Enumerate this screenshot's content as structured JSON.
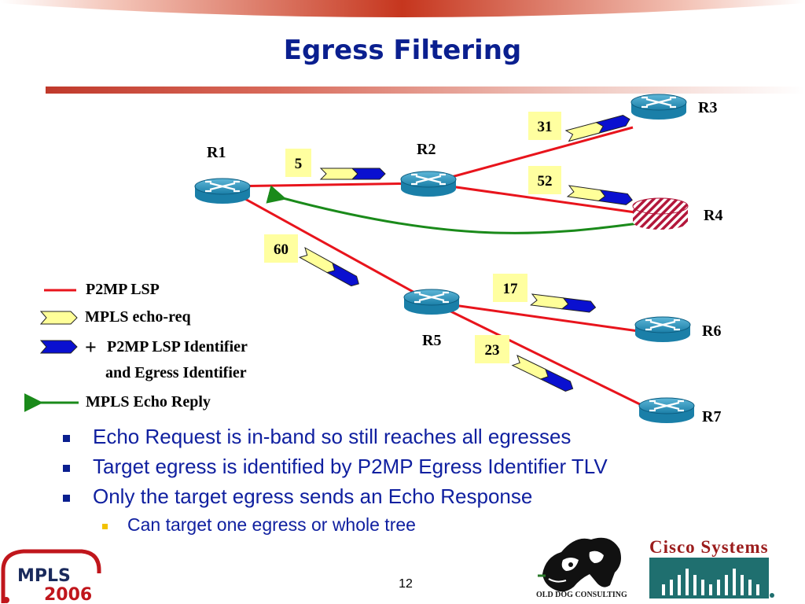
{
  "title": "Egress Filtering",
  "colors": {
    "title": "#0a1f8f",
    "lsp_line": "#e8141c",
    "reply_line": "#1a8a1a",
    "router_blue": "#1a7fa8",
    "label_box": "#ffffa0",
    "echo_req": "#ffff99",
    "identifier": "#0a10d0",
    "bullet_text": "#1020a0",
    "sub_bullet": "#f2c200"
  },
  "routers": [
    {
      "id": "R1",
      "label": "R1"
    },
    {
      "id": "R2",
      "label": "R2"
    },
    {
      "id": "R3",
      "label": "R3"
    },
    {
      "id": "R4",
      "label": "R4"
    },
    {
      "id": "R5",
      "label": "R5"
    },
    {
      "id": "R6",
      "label": "R6"
    },
    {
      "id": "R7",
      "label": "R7"
    }
  ],
  "label_boxes": [
    "5",
    "31",
    "52",
    "60",
    "17",
    "23"
  ],
  "legend": {
    "lsp": "P2MP LSP",
    "echo_req": "MPLS echo-req",
    "plus": "+",
    "identifier_line1": "P2MP LSP Identifier",
    "identifier_line2": "and Egress Identifier",
    "echo_reply": "MPLS Echo Reply"
  },
  "bullets": [
    "Echo Request is in-band so still reaches all egresses",
    "Target egress is identified by P2MP Egress Identifier TLV",
    "Only the target egress sends an Echo Response"
  ],
  "sub_bullets": [
    "Can target one egress or whole tree"
  ],
  "page_number": "12",
  "logos": {
    "mpls_word": "MPLS",
    "mpls_year": "2006",
    "dog_caption": "OLD DOG CONSULTING",
    "cisco_word": "Cisco Systems"
  },
  "icons": [
    "router-icon",
    "filtered-router-icon",
    "bullet-square-icon",
    "green-arrow-icon"
  ]
}
